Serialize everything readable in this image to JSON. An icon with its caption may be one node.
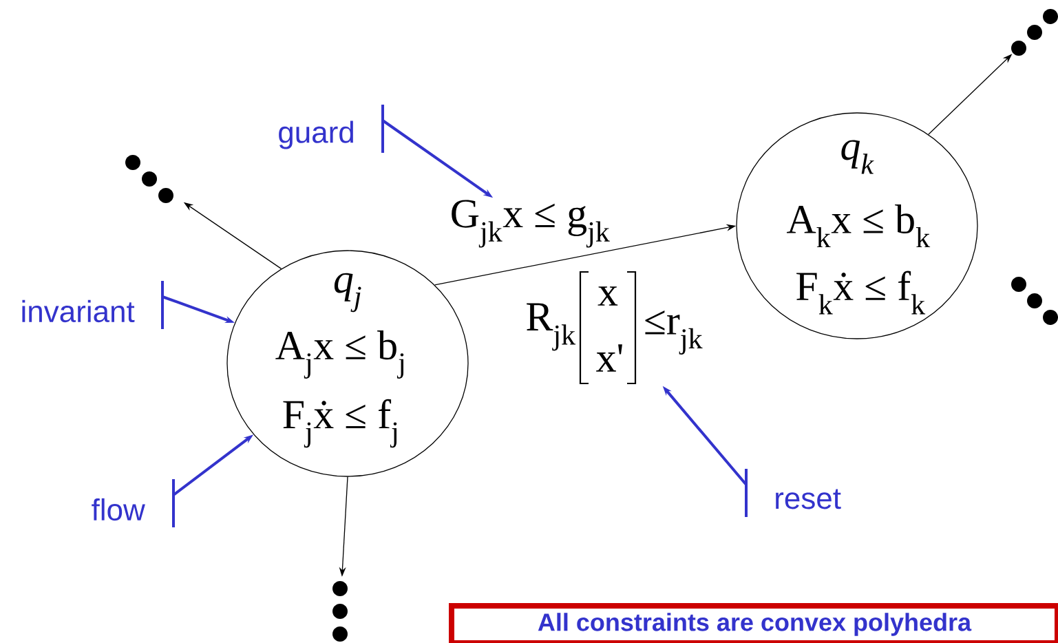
{
  "diagram": {
    "nodes": [
      {
        "text": [
          "q$_{j}$",
          "A$_{j}$x ≤ b$_{j}$",
          "F$_{j}$ẋ ≤ f$_{j}$"
        ]
      },
      {
        "text": [
          "q$_{k}$",
          "A$_{k}$x ≤ b$_{k}$",
          "F$_{k}$ẋ ≤ f$_{k}$"
        ]
      },
      {
        "text": [],
        "shape": "dots"
      },
      {
        "text": [],
        "shape": "dots"
      },
      {
        "text": [],
        "shape": "dots"
      },
      {
        "text": [
          "guard"
        ]
      },
      {
        "text": [
          "G$_{jk}$x ≤ g$_{jk}$"
        ]
      },
      {
        "text": [
          "invariant"
        ]
      },
      {
        "text": [
          "flow"
        ]
      },
      {
        "text": [
          "reset"
        ]
      },
      {
        "text": [
          "R$_{jk}$",
          "x",
          "x'",
          "≤r$_{jk}$"
        ]
      },
      {
        "text": [
          "All constraints are convex polyhedra"
        ]
      },
      {
        "text": [],
        "shape": "dots"
      }
    ],
    "edges": [
      {
        "from": 0,
        "to": 2,
        "arrow": "to"
      },
      {
        "from": 0,
        "to": 1,
        "arrow": "to"
      },
      {
        "from": 0,
        "to": 3,
        "arrow": "to"
      },
      {
        "from": 1,
        "to": 4,
        "arrow": "to"
      },
      {
        "from": 5,
        "to": 6,
        "arrow": "to",
        "style": "thick",
        "color": "#3333cc"
      },
      {
        "from": 7,
        "to": 0,
        "arrow": "to",
        "style": "thick",
        "color": "#3333cc"
      },
      {
        "from": 8,
        "to": 0,
        "arrow": "to",
        "style": "thick",
        "color": "#3333cc"
      },
      {
        "from": 9,
        "to": 10,
        "arrow": "to",
        "style": "thick",
        "color": "#3333cc"
      }
    ]
  }
}
